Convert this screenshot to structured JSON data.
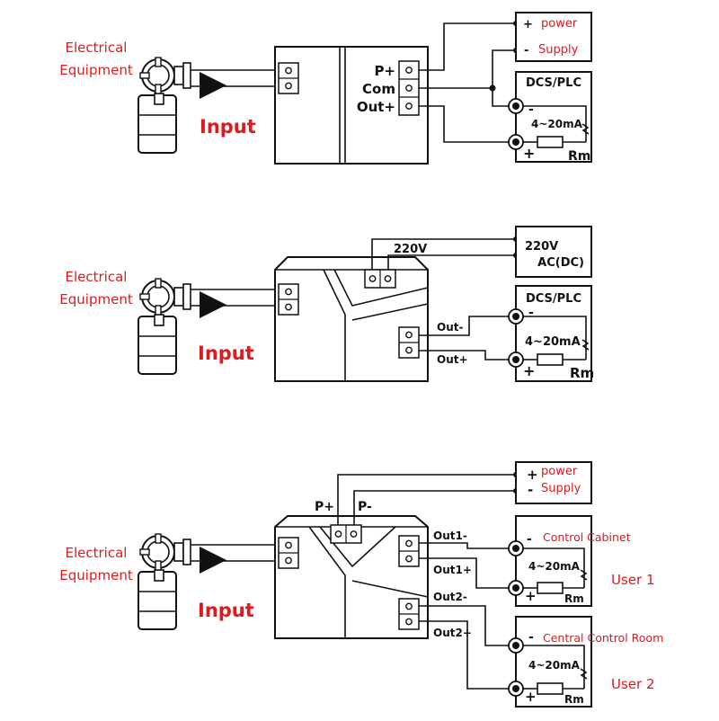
{
  "colors": {
    "accent": "#e0191c",
    "ink": "#111111"
  },
  "icons": [
    "electrical-equipment-icon",
    "signal-arrow-icon",
    "terminal-icon",
    "resistor-icon",
    "ammeter-icon"
  ],
  "d1": {
    "equip_line1": "Electrical",
    "equip_line2": "Equipment",
    "input": "Input",
    "p_plus": "P+",
    "com": "Com",
    "out_plus": "Out+",
    "power_line1": "power",
    "power_line2": "Supply",
    "plus": "+",
    "minus": "-",
    "dcs": "DCS/PLC",
    "ma": "4~20mA",
    "rm": "Rm"
  },
  "d2": {
    "equip_line1": "Electrical",
    "equip_line2": "Equipment",
    "input": "Input",
    "v220": "220V",
    "ac_line1": "220V",
    "ac_line2": "AC(DC)",
    "out_minus": "Out-",
    "out_plus": "Out+",
    "dcs": "DCS/PLC",
    "minus": "-",
    "plus": "+",
    "ma": "4~20mA",
    "rm": "Rm"
  },
  "d3": {
    "equip_line1": "Electrical",
    "equip_line2": "Equipment",
    "input": "Input",
    "p_plus": "P+",
    "p_minus": "P-",
    "power_line1": "power",
    "power_line2": "Supply",
    "plus": "+",
    "minus": "-",
    "out1_minus": "Out1-",
    "out1_plus": "Out1+",
    "out2_minus": "Out2-",
    "out2_plus": "Out2+",
    "control_cabinet": "Control Cabinet",
    "central_room": "Central Control Room",
    "ma": "4~20mA",
    "rm": "Rm",
    "user1": "User  1",
    "user2": "User  2"
  }
}
